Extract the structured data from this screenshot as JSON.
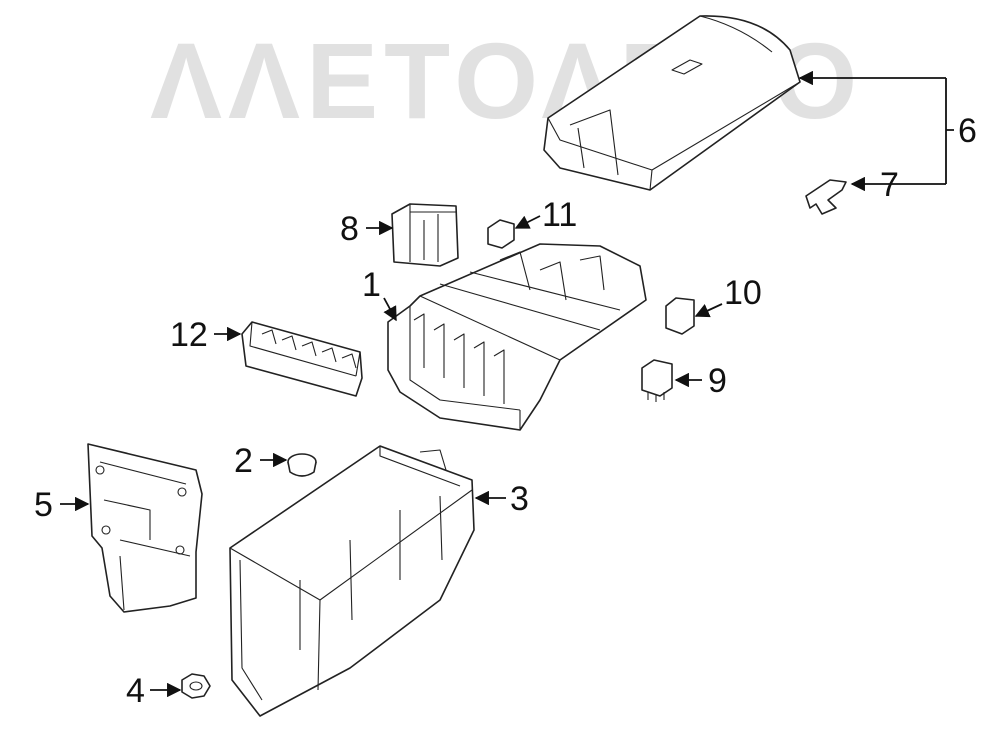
{
  "watermark": {
    "text": "ΛΛΕΤΟΛΒΤΟ",
    "color": "#c9c9c9"
  },
  "callouts": [
    {
      "id": "1",
      "label": "1"
    },
    {
      "id": "2",
      "label": "2"
    },
    {
      "id": "3",
      "label": "3"
    },
    {
      "id": "4",
      "label": "4"
    },
    {
      "id": "5",
      "label": "5"
    },
    {
      "id": "6",
      "label": "6"
    },
    {
      "id": "7",
      "label": "7"
    },
    {
      "id": "8",
      "label": "8"
    },
    {
      "id": "9",
      "label": "9"
    },
    {
      "id": "10",
      "label": "10"
    },
    {
      "id": "11",
      "label": "11"
    },
    {
      "id": "12",
      "label": "12"
    }
  ]
}
